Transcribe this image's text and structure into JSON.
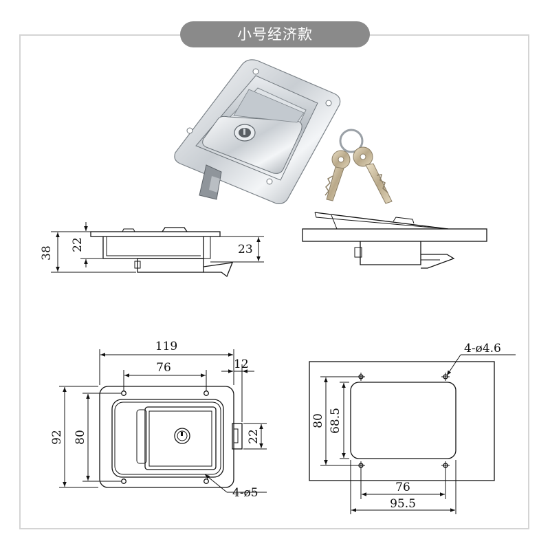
{
  "title": "小号经济款",
  "side_view": {
    "height_total": "38",
    "height_flange": "22",
    "height_body": "23"
  },
  "front_view": {
    "width_overall": "119",
    "width_inner": "76",
    "tab_width": "12",
    "height_overall": "92",
    "height_inner": "80",
    "tab_height": "22",
    "hole_callout": "4-ø5"
  },
  "cutout_view": {
    "hole_callout": "4-ø4.6",
    "height_outer": "80",
    "height_inner": "68.5",
    "width_inner": "76",
    "width_outer": "95.5"
  },
  "colors": {
    "pill": "#8a8a8a",
    "frame": "#d4d4d4",
    "steel_light": "#eef0f2",
    "steel_dark": "#8f959b"
  }
}
